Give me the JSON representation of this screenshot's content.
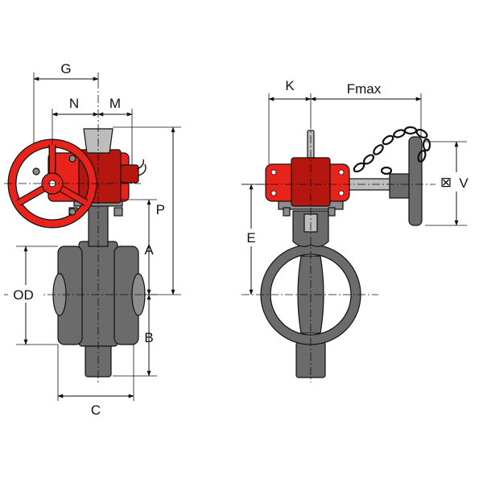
{
  "colors": {
    "operator_red": "#e8231b",
    "operator_red_dark": "#b5160f",
    "body_gray": "#6b6b6b",
    "body_gray_light": "#8c8c8c",
    "stem_gray": "#bdbdbd",
    "line": "#111111"
  },
  "left_view": {
    "labels": {
      "G": "G",
      "N": "N",
      "M": "M",
      "P": "P",
      "A": "A",
      "B": "B",
      "OD": "OD",
      "C": "C"
    }
  },
  "right_view": {
    "labels": {
      "K": "K",
      "Fmax": "Fmax",
      "V": "V",
      "E": "E"
    },
    "square_symbol": "⊠"
  }
}
